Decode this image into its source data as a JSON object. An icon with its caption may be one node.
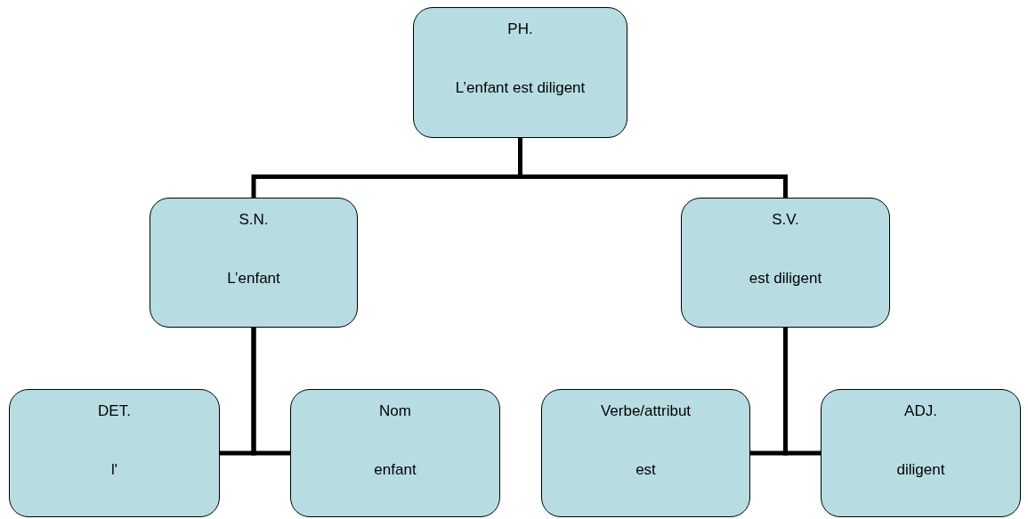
{
  "diagram": {
    "nodes": [
      {
        "text": [
          "PH.",
          "L’enfant est diligent"
        ]
      },
      {
        "text": [
          "S.N.",
          "L’enfant"
        ]
      },
      {
        "text": [
          "S.V.",
          "est diligent"
        ]
      },
      {
        "text": [
          "DET.",
          "l'"
        ]
      },
      {
        "text": [
          "Nom",
          "enfant"
        ]
      },
      {
        "text": [
          "Verbe/attribut",
          "est"
        ]
      },
      {
        "text": [
          "ADJ.",
          "diligent"
        ]
      }
    ],
    "edges": [
      {
        "from": 0,
        "to": 1,
        "arrow": "none"
      },
      {
        "from": 0,
        "to": 2,
        "arrow": "none"
      },
      {
        "from": 1,
        "to": 3,
        "arrow": "none"
      },
      {
        "from": 1,
        "to": 4,
        "arrow": "none"
      },
      {
        "from": 2,
        "to": 5,
        "arrow": "none"
      },
      {
        "from": 2,
        "to": 6,
        "arrow": "none"
      }
    ]
  }
}
